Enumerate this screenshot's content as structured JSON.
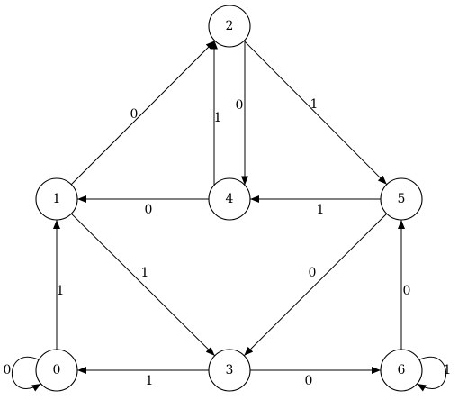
{
  "diagram": {
    "type": "state-transition-graph",
    "nodes": [
      {
        "id": "0",
        "label": "0"
      },
      {
        "id": "1",
        "label": "1"
      },
      {
        "id": "2",
        "label": "2"
      },
      {
        "id": "3",
        "label": "3"
      },
      {
        "id": "4",
        "label": "4"
      },
      {
        "id": "5",
        "label": "5"
      },
      {
        "id": "6",
        "label": "6"
      }
    ],
    "edges": [
      {
        "from": "0",
        "to": "0",
        "label": "0"
      },
      {
        "from": "0",
        "to": "1",
        "label": "1"
      },
      {
        "from": "1",
        "to": "2",
        "label": "0"
      },
      {
        "from": "1",
        "to": "3",
        "label": "1"
      },
      {
        "from": "2",
        "to": "4",
        "label": "0"
      },
      {
        "from": "2",
        "to": "5",
        "label": "1"
      },
      {
        "from": "3",
        "to": "0",
        "label": "1"
      },
      {
        "from": "3",
        "to": "6",
        "label": "0"
      },
      {
        "from": "4",
        "to": "1",
        "label": "0"
      },
      {
        "from": "4",
        "to": "2",
        "label": "1"
      },
      {
        "from": "5",
        "to": "3",
        "label": "0"
      },
      {
        "from": "5",
        "to": "4",
        "label": "1"
      },
      {
        "from": "6",
        "to": "5",
        "label": "0"
      },
      {
        "from": "6",
        "to": "6",
        "label": "1"
      }
    ]
  }
}
